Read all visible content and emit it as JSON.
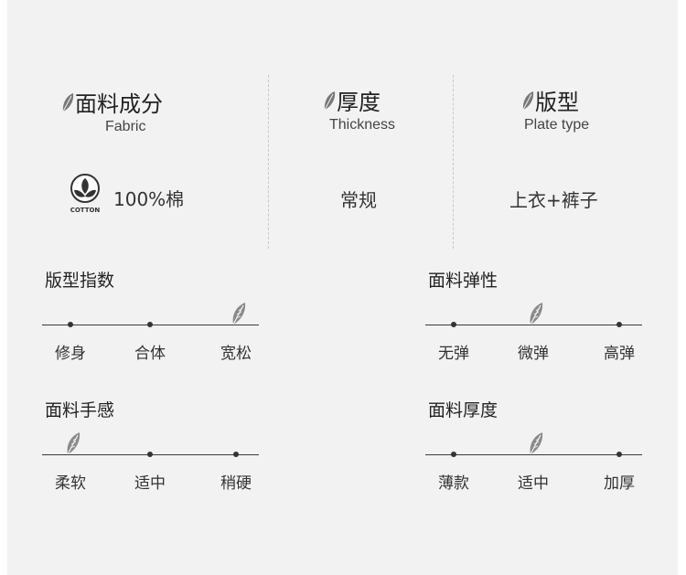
{
  "header": {
    "fabric": {
      "title": "面料成分",
      "subtitle": "Fabric",
      "value": "100%棉",
      "badge": "COTTON"
    },
    "thickness": {
      "title": "厚度",
      "subtitle": "Thickness",
      "value": "常规"
    },
    "plate": {
      "title": "版型",
      "subtitle": "Plate type",
      "value": "上衣+裤子"
    }
  },
  "scales": {
    "fit": {
      "title": "版型指数",
      "labels": [
        "修身",
        "合体",
        "宽松"
      ],
      "selected_index": 2
    },
    "elasticity": {
      "title": "面料弹性",
      "labels": [
        "无弹",
        "微弹",
        "高弹"
      ],
      "selected_index": 1
    },
    "handfeel": {
      "title": "面料手感",
      "labels": [
        "柔软",
        "适中",
        "稍硬"
      ],
      "selected_index": 0
    },
    "thickness": {
      "title": "面料厚度",
      "labels": [
        "薄款",
        "适中",
        "加厚"
      ],
      "selected_index": 1
    }
  },
  "colors": {
    "background": "#f2f2f2",
    "accent": "#555555"
  },
  "icons": {
    "leaf": "leaf-icon",
    "cotton": "cotton-icon"
  }
}
